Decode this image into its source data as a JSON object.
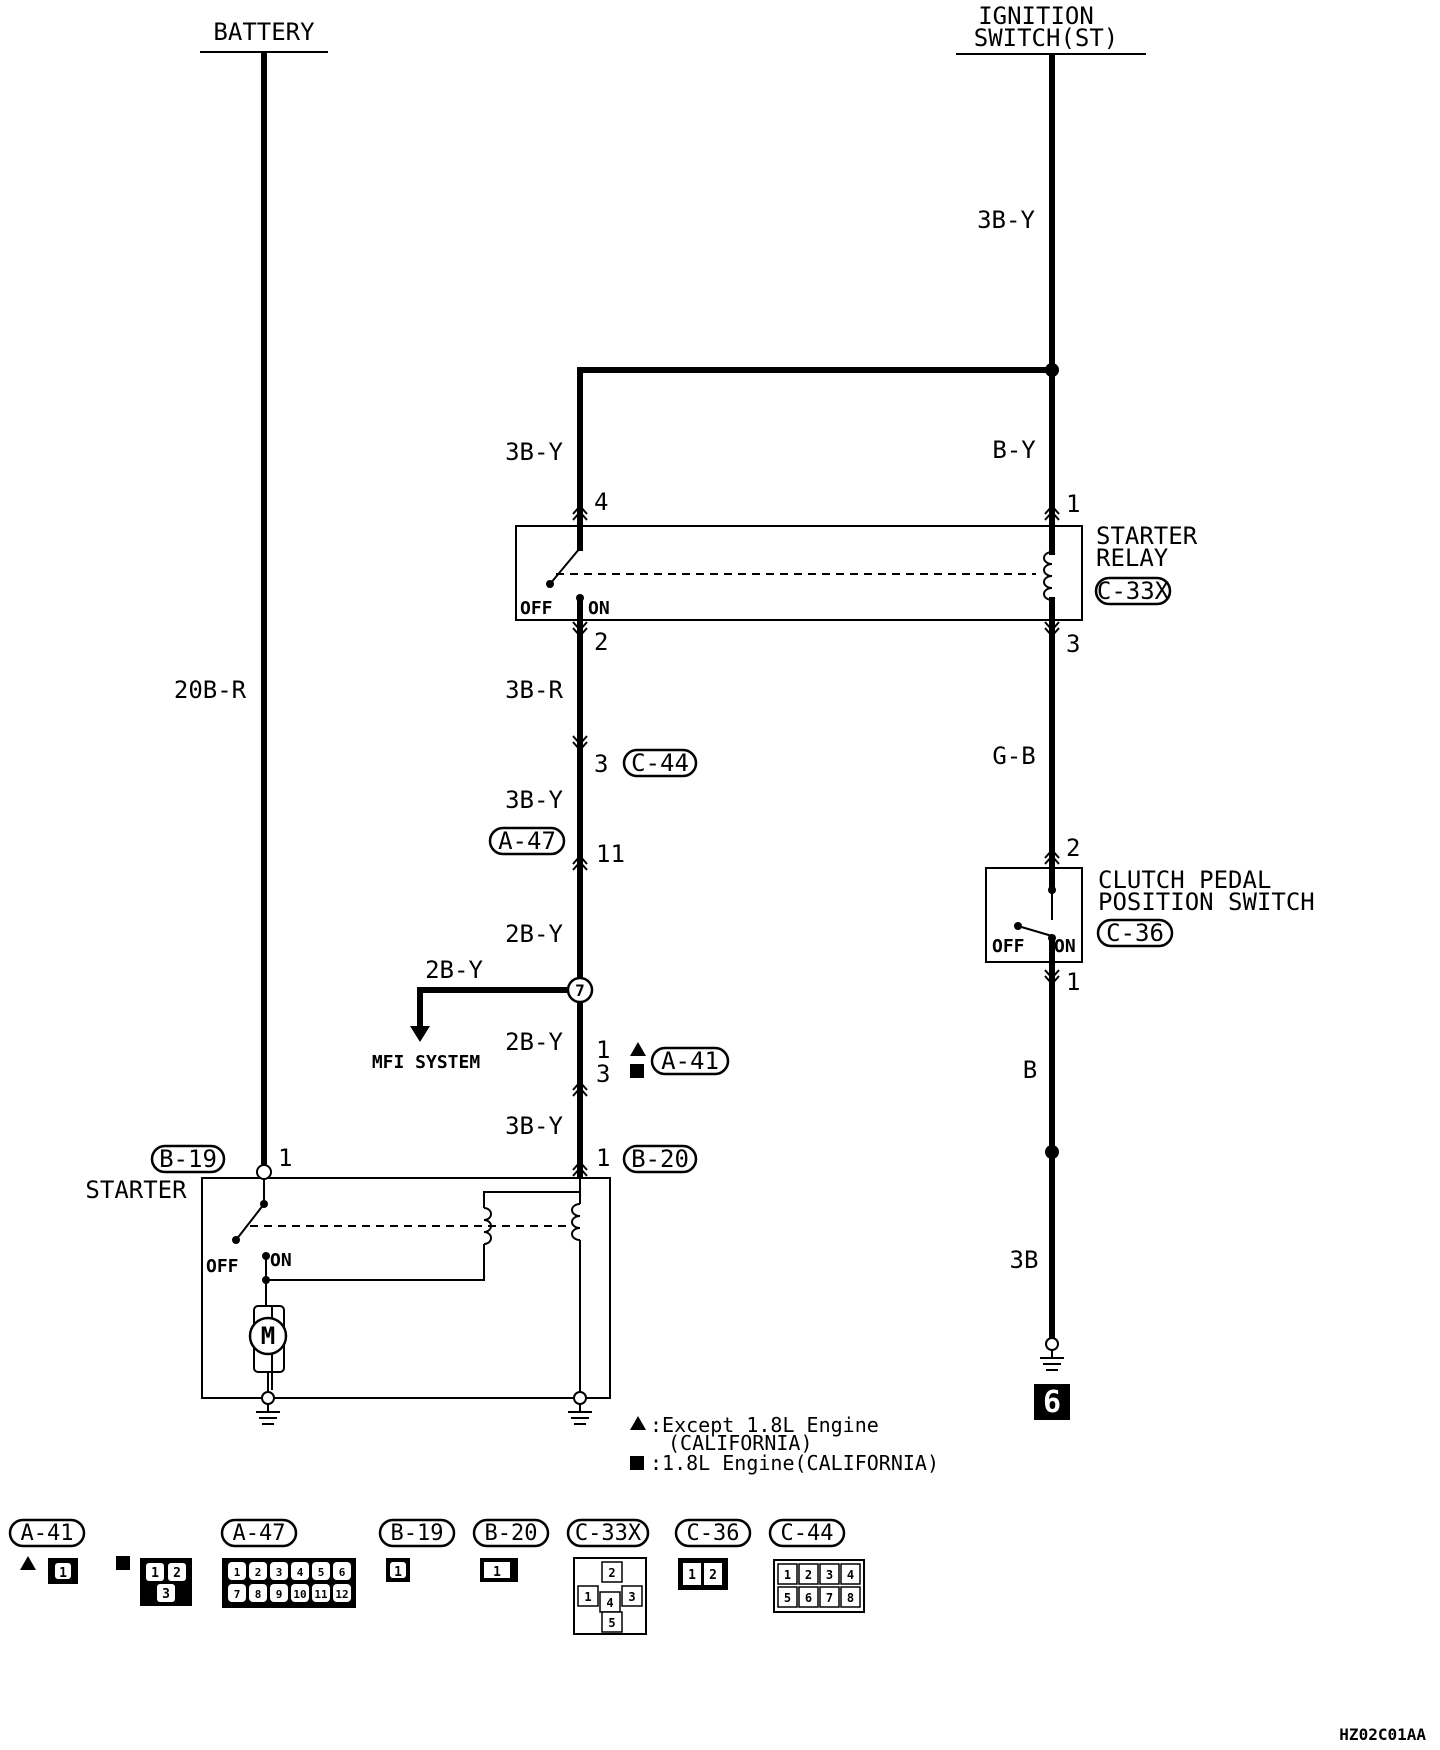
{
  "sources": {
    "battery": "BATTERY",
    "ignition_line1": "IGNITION",
    "ignition_line2": "SWITCH(ST)"
  },
  "wires": {
    "battery": "20B-R",
    "ign_top": "3B-Y",
    "relay_in": "3B-Y",
    "relay_coil_in": "B-Y",
    "relay_out": "3B-R",
    "c44_out": "3B-Y",
    "a47_out": "2B-Y",
    "mfi_branch": "2B-Y",
    "splice_out": "2B-Y",
    "starter_in": "3B-Y",
    "coil_out": "G-B",
    "clutch_out": "B",
    "ground_wire": "3B"
  },
  "pins": {
    "relay_4": "4",
    "relay_1": "1",
    "relay_2": "2",
    "relay_3": "3",
    "c44": "3",
    "a47": "11",
    "a41_a": "1",
    "a41_b": "3",
    "b20": "1",
    "b19": "1",
    "clutch_2": "2",
    "clutch_1": "1"
  },
  "components": {
    "relay_line1": "STARTER",
    "relay_line2": "RELAY",
    "relay_ref": "C-33X",
    "clutch_line1": "CLUTCH PEDAL",
    "clutch_line2": "POSITION SWITCH",
    "clutch_ref": "C-36",
    "starter": "STARTER",
    "motor": "M",
    "off": "OFF",
    "on": "ON",
    "mfi": "MFI SYSTEM",
    "splice": "7",
    "ground_num": "6"
  },
  "refs": {
    "c44": "C-44",
    "a47": "A-47",
    "a41": "A-41",
    "b19": "B-19",
    "b20": "B-20"
  },
  "legend": {
    "tri_line1": ":Except 1.8L Engine",
    "tri_line2": "(CALIFORNIA)",
    "sq_line1": ":1.8L Engine(CALIFORNIA)"
  },
  "connectors": {
    "labels": [
      "A-41",
      "A-47",
      "B-19",
      "B-20",
      "C-33X",
      "C-36",
      "C-44"
    ],
    "a41_tri": [
      "1"
    ],
    "a41_sq": [
      "1",
      "2",
      "3"
    ],
    "a47": [
      "1",
      "2",
      "3",
      "4",
      "5",
      "6",
      "7",
      "8",
      "9",
      "10",
      "11",
      "12"
    ],
    "b19": [
      "1"
    ],
    "b20": [
      "1"
    ],
    "c33x": [
      "1",
      "2",
      "3",
      "4",
      "5"
    ],
    "c36": [
      "1",
      "2"
    ],
    "c44": [
      "1",
      "2",
      "3",
      "4",
      "5",
      "6",
      "7",
      "8"
    ]
  },
  "doc_code": "HZ02C01AA"
}
